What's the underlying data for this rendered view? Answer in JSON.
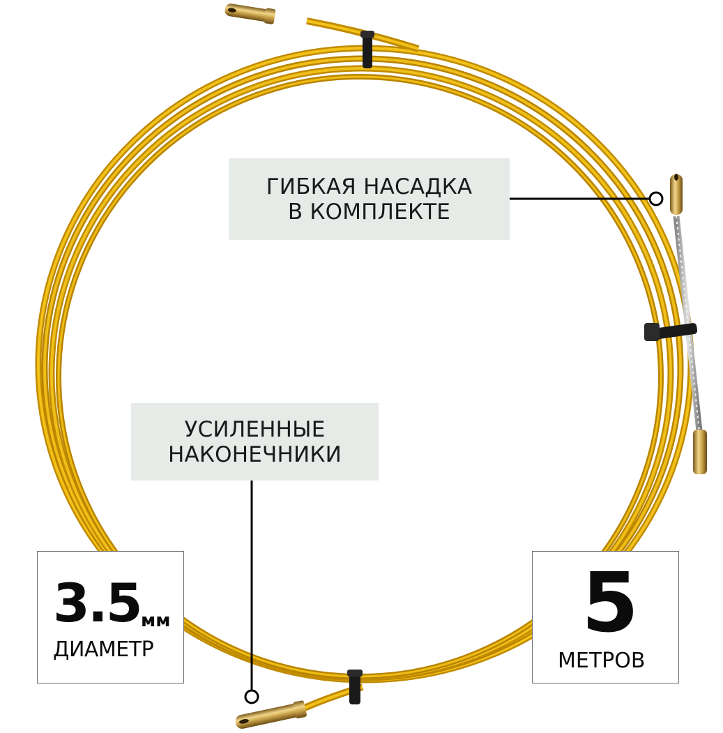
{
  "callouts": {
    "flexible_tip": {
      "line1": "ГИБКАЯ НАСАДКА",
      "line2": "В КОМПЛЕКТЕ"
    },
    "reinforced_tips": {
      "line1": "УСИЛЕННЫЕ",
      "line2": "НАКОНЕЧНИКИ"
    }
  },
  "diameter_badge": {
    "value": "3.5",
    "unit": "мм",
    "label": "ДИАМЕТР"
  },
  "length_badge": {
    "value": "5",
    "label": "МЕТРОВ"
  },
  "colors": {
    "rod_yellow": "#e0a800",
    "rod_dark": "#b47f00",
    "brass": "#c9a24a",
    "cable_tie": "#1a1a1a",
    "callout_bg": "#e6ebe8"
  }
}
